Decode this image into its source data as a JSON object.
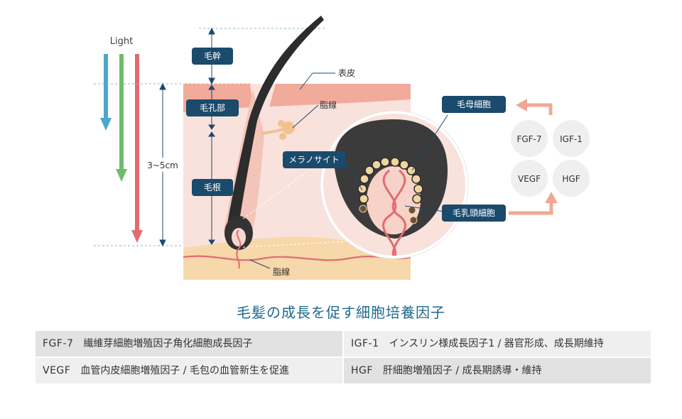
{
  "light_label": "Light",
  "labels": {
    "hair_shaft": "毛幹",
    "pore": "毛孔部",
    "root": "毛根",
    "depth": "3~5cm",
    "epidermis": "表皮",
    "sebaceous_gland": "脂線",
    "fat_layer": "脂線",
    "melanocyte": "メラノサイト",
    "hair_matrix_cell": "毛母細胞",
    "dermal_papilla_cell": "毛乳頭細胞"
  },
  "factors": [
    "FGF-7",
    "IGF-1",
    "VEGF",
    "HGF"
  ],
  "colors": {
    "light_blue": "#4aa8cc",
    "light_green": "#6cbd6a",
    "light_red": "#e46a72",
    "label_bg": "#1a4a6c",
    "skin": "#f3b3a3",
    "flow_arrow": "#f2a795"
  },
  "title": "毛髪の成長を促す細胞培養因子",
  "table": [
    {
      "abbr": "FGF-7",
      "desc": "繊維芽細胞増殖因子角化細胞成長因子"
    },
    {
      "abbr": "IGF-1",
      "desc": "インスリン様成長因子1 / 器官形成、成長期維持"
    },
    {
      "abbr": "VEGF",
      "desc": "血管内皮細胞増殖因子 / 毛包の血管新生を促進"
    },
    {
      "abbr": "HGF",
      "desc": "肝細胞増殖因子 / 成長期誘導・維持"
    }
  ]
}
